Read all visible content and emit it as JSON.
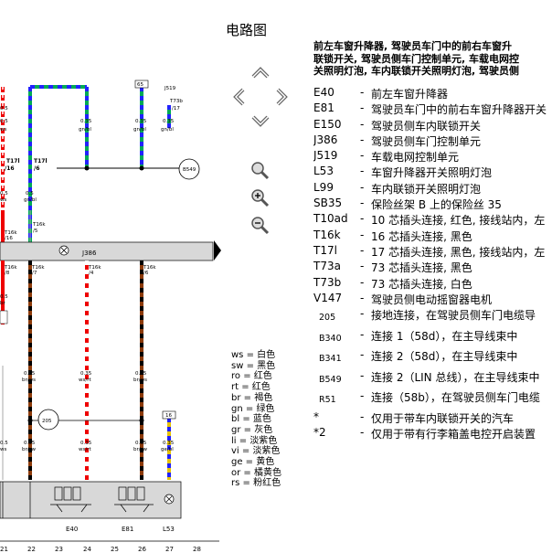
{
  "title": "电路图",
  "nav": {
    "up": "chevron-up",
    "down": "chevron-down",
    "left": "chevron-left",
    "right": "chevron-right"
  },
  "zoom": [
    "zoom-fit",
    "zoom-in",
    "zoom-out"
  ],
  "legend_heading": [
    "前左车窗升降器, 驾驶员车门中的前右车窗升",
    "联锁开关, 驾驶员侧车门控制单元, 车载电网控",
    "关照明灯泡, 车内联锁开关照明灯泡, 驾驶员侧"
  ],
  "legend": [
    {
      "code": "E40",
      "desc": "前左车窗升降器"
    },
    {
      "code": "E81",
      "desc": "驾驶员车门中的前右车窗升降器开关"
    },
    {
      "code": "E150",
      "desc": "驾驶员侧车内联锁开关"
    },
    {
      "code": "J386",
      "desc": "驾驶员侧车门控制单元"
    },
    {
      "code": "J519",
      "desc": "车载电网控制单元"
    },
    {
      "code": "L53",
      "desc": "车窗升降器开关照明灯泡"
    },
    {
      "code": "L99",
      "desc": "车内联锁开关照明灯泡"
    },
    {
      "code": "SB35",
      "desc": "保险丝架 B 上的保险丝 35"
    },
    {
      "code": "T10ad",
      "desc": "10 芯插头连接, 红色, 接线站内，左"
    },
    {
      "code": "T16k",
      "desc": "16 芯插头连接, 黑色"
    },
    {
      "code": "T17l",
      "desc": "17 芯插头连接, 黑色, 接线站内，左"
    },
    {
      "code": "T73a",
      "desc": "73 芯插头连接, 黑色"
    },
    {
      "code": "T73b",
      "desc": "73 芯插头连接, 白色"
    },
    {
      "code": "V147",
      "desc": "驾驶员侧电动摇窗器电机"
    },
    {
      "code": "205",
      "desc": "接地连接，在驾驶员侧车门电缆导",
      "small": true
    },
    {
      "code": "B340",
      "desc": "连接 1（58d），在主导线束中",
      "small": true
    },
    {
      "code": "B341",
      "desc": "连接 2（58d），在主导线束中",
      "small": true
    },
    {
      "code": "B549",
      "desc": "连接 2（LIN 总线），在主导线束中",
      "small": true
    },
    {
      "code": "R51",
      "desc": "连接（58b），在驾驶员侧车门电缆",
      "small": true
    },
    {
      "code": "*",
      "desc": "仅用于带车内联锁开关的汽车"
    },
    {
      "code": "*2",
      "desc": "仅用于带有行李箱盖电控开启装置"
    }
  ],
  "wire_colors": [
    {
      "abbr": "ws",
      "name": "白色"
    },
    {
      "abbr": "sw",
      "name": "黑色"
    },
    {
      "abbr": "ro",
      "name": "红色"
    },
    {
      "abbr": "rt",
      "name": "红色"
    },
    {
      "abbr": "br",
      "name": "褐色"
    },
    {
      "abbr": "gn",
      "name": "绿色"
    },
    {
      "abbr": "bl",
      "name": "蓝色"
    },
    {
      "abbr": "gr",
      "name": "灰色"
    },
    {
      "abbr": "li",
      "name": "淡紫色"
    },
    {
      "abbr": "vi",
      "name": "淡紫色"
    },
    {
      "abbr": "ge",
      "name": "黄色"
    },
    {
      "abbr": "or",
      "name": "橘黄色"
    },
    {
      "abbr": "rs",
      "name": "粉红色"
    }
  ],
  "diagram": {
    "top_wires": [
      {
        "size": "0.5",
        "color": "ws"
      },
      {
        "size": "0.35",
        "color": "gn/bl"
      },
      {
        "size": "0.35",
        "color": "gn/bl"
      },
      {
        "size": "0.35",
        "color": "gn/bl"
      }
    ],
    "top_labels": [
      "65",
      "J519",
      "T73b",
      "/17"
    ],
    "mid_labels": [
      "T17l",
      "/16",
      "T17l",
      "/6",
      "B549",
      "0.5",
      "ws",
      "0.5",
      "gn/bl",
      "T16k",
      "/16",
      "T16k",
      "/5",
      "/8"
    ],
    "j386": "J386",
    "connector_pins": [
      "T16k",
      "/8",
      "T16k",
      "/7",
      "T16k",
      "/4",
      "T16k",
      "/6"
    ],
    "bottom_wires": [
      {
        "size": "0.35",
        "color": "br/ws"
      },
      {
        "size": "0.35",
        "color": "ws/rt"
      },
      {
        "size": "0.35",
        "color": "ws/rt"
      },
      {
        "size": "0.35",
        "color": "br/ws"
      }
    ],
    "lower_wires": [
      {
        "size": "0.35",
        "color": "br/sw"
      },
      {
        "size": "0.35",
        "color": "br/sw"
      },
      {
        "size": "0.35",
        "color": "ge/bl"
      }
    ],
    "ground": "205",
    "top_terminal": "16",
    "components": [
      "E40",
      "E81",
      "L53"
    ],
    "grid": [
      "21",
      "22",
      "23",
      "24",
      "25",
      "26",
      "27",
      "28"
    ],
    "misc": [
      "0.5",
      "br",
      "0.5",
      "sw",
      "0.5",
      "ws"
    ]
  }
}
